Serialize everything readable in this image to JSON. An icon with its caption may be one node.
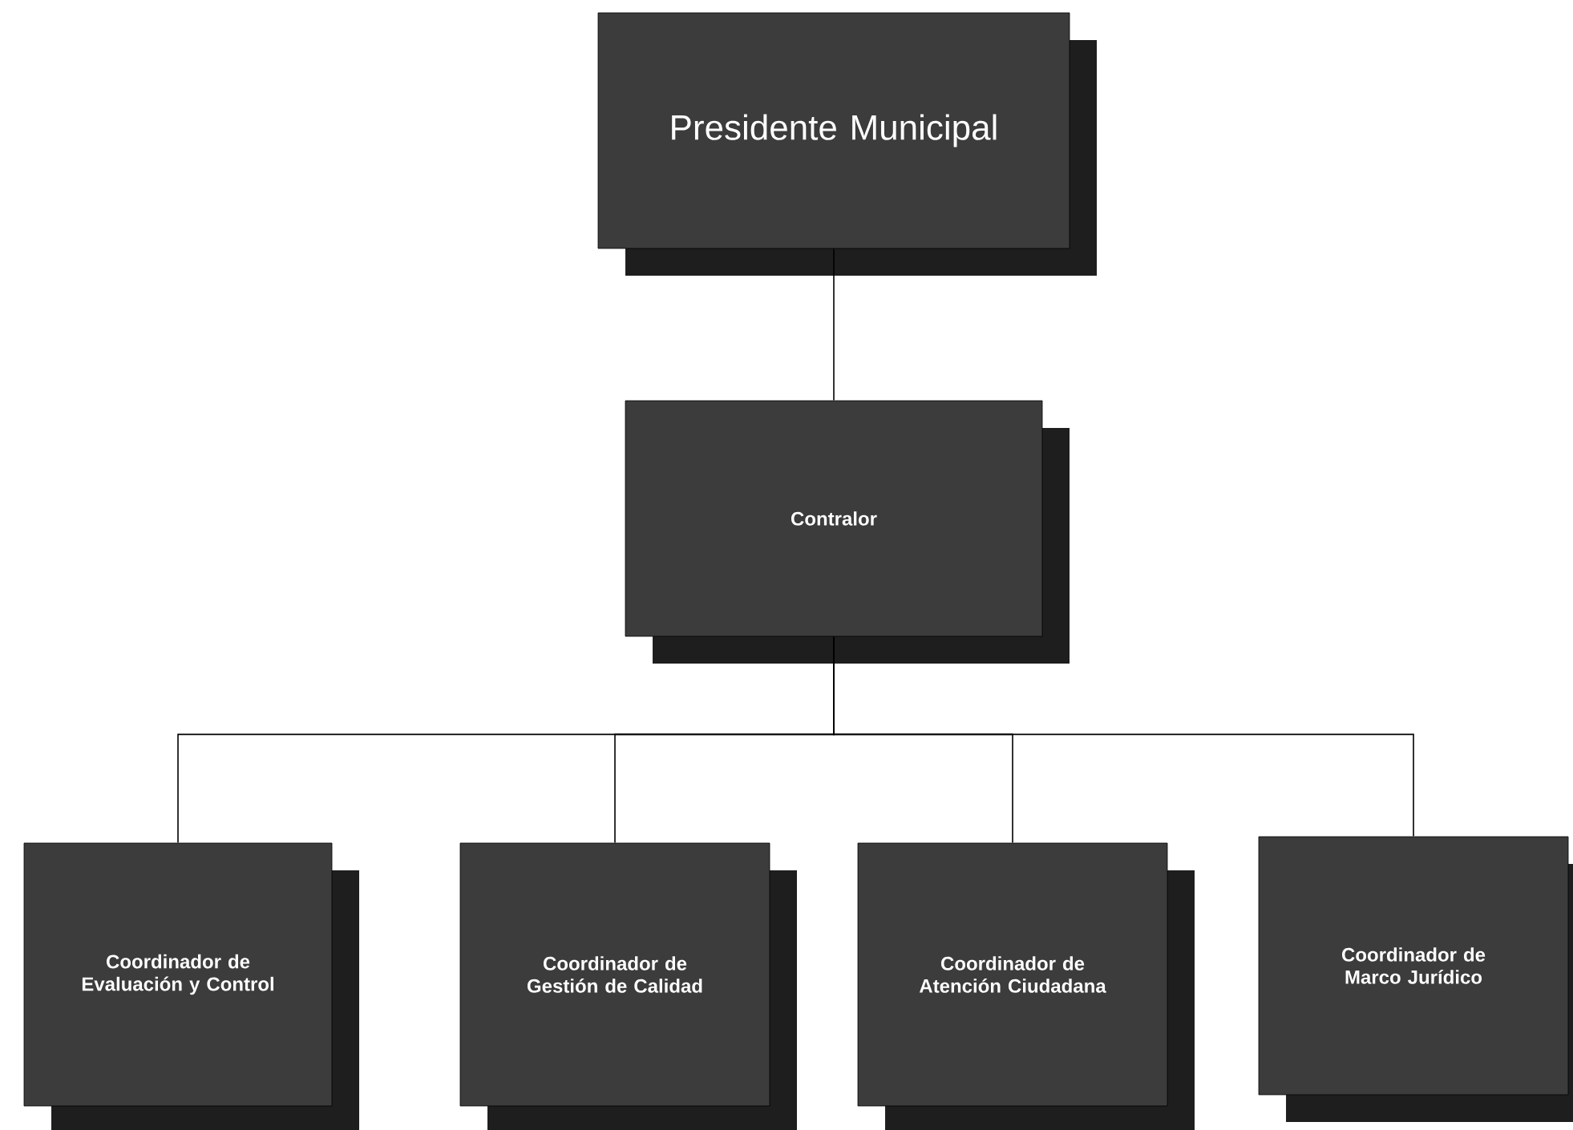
{
  "diagram": {
    "nodes": [
      {
        "text": [
          "Presidente Municipal"
        ]
      },
      {
        "text": [
          "Contralor"
        ]
      },
      {
        "text": [
          "Coordinador de Evaluación y Control"
        ]
      },
      {
        "text": [
          "Coordinador de Gestión de Calidad"
        ]
      },
      {
        "text": [
          "Coordinador de Atención Ciudadana"
        ]
      },
      {
        "text": [
          "Coordinador de Marco Jurídico"
        ]
      }
    ],
    "edges": [
      {
        "from": 0,
        "to": 1,
        "arrow": "none"
      },
      {
        "from": 1,
        "to": 2,
        "arrow": "none"
      },
      {
        "from": 1,
        "to": 3,
        "arrow": "none"
      },
      {
        "from": 1,
        "to": 4,
        "arrow": "none"
      },
      {
        "from": 1,
        "to": 5,
        "arrow": "none"
      }
    ]
  }
}
